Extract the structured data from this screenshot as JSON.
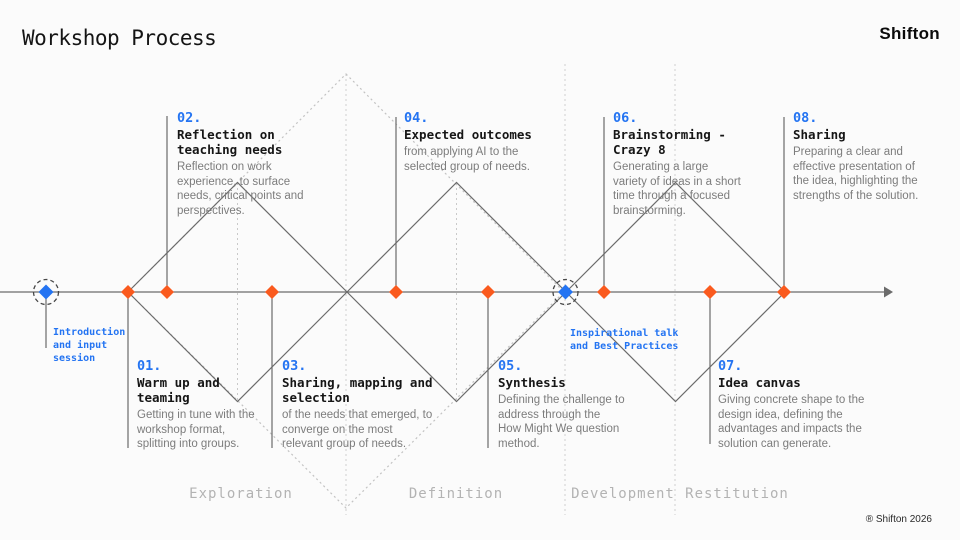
{
  "header": {
    "title": "Workshop Process",
    "brand": "Shifton"
  },
  "accent": {
    "blue": "#2474f2",
    "orange": "#fa5a1e",
    "line_gray": "#6b6b6b"
  },
  "steps": [
    {
      "number": "01.",
      "title": "Warm up and\nteaming",
      "description": "Getting in tune with the\nworkshop format,\nsplitting into groups."
    },
    {
      "number": "02.",
      "title": "Reflection on\nteaching needs",
      "description": "Reflection on work\nexperience, to surface\nneeds, critical points and\nperspectives."
    },
    {
      "number": "03.",
      "title": "Sharing, mapping and\nselection",
      "description": "of the needs that emerged, to\nconverge on the most\nrelevant group of needs."
    },
    {
      "number": "04.",
      "title": "Expected outcomes",
      "description": "from applying AI to the\nselected group of needs."
    },
    {
      "number": "05.",
      "title": "Synthesis",
      "description": "Defining the challenge to\naddress through the\nHow Might We question\nmethod."
    },
    {
      "number": "06.",
      "title": "Brainstorming -\nCrazy 8",
      "description": "Generating a large\nvariety of ideas in a short\ntime through a focused\nbrainstorming."
    },
    {
      "number": "07.",
      "title": "Idea canvas",
      "description": "Giving concrete shape to the\ndesign idea, defining the\nadvantages and impacts the\nsolution can generate."
    },
    {
      "number": "08.",
      "title": "Sharing",
      "description": "Preparing a clear and\neffective presentation of\nthe idea, highlighting the\nstrengths of the solution."
    }
  ],
  "milestones": [
    {
      "label": "Introduction\nand input\nsession"
    },
    {
      "label": "Inspirational talk\nand Best Practices"
    }
  ],
  "phases": [
    {
      "label": "Exploration"
    },
    {
      "label": "Definition"
    },
    {
      "label": "Development"
    },
    {
      "label": "Restitution"
    }
  ],
  "footer": {
    "copyright": "® Shifton 2026"
  }
}
